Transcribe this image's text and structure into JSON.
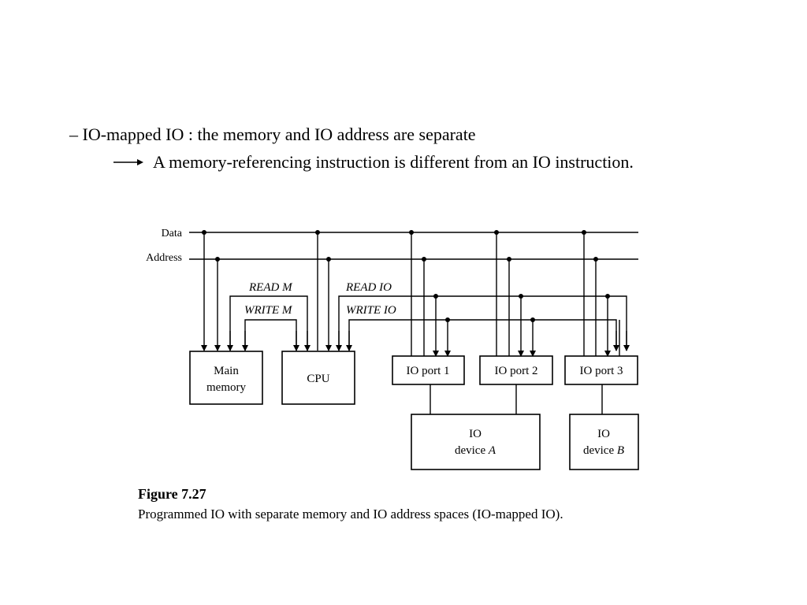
{
  "slide": {
    "bullet": "– IO-mapped IO : the memory and IO address are separate",
    "sub_text": "A memory-referencing instruction is different from an IO instruction."
  },
  "diagram": {
    "buses": {
      "data": "Data",
      "address": "Address"
    },
    "signals": {
      "read_m": "READ M",
      "write_m": "WRITE M",
      "read_io": "READ IO",
      "write_io": "WRITE IO"
    },
    "blocks": {
      "main_memory_line1": "Main",
      "main_memory_line2": "memory",
      "cpu": "CPU",
      "io_port_1": "IO port 1",
      "io_port_2": "IO port 2",
      "io_port_3": "IO port 3",
      "device_a_line1": "IO",
      "device_a_line2": "device",
      "device_a_letter": "A",
      "device_b_line1": "IO",
      "device_b_line2": "device",
      "device_b_letter": "B"
    }
  },
  "figure": {
    "title": "Figure 7.27",
    "caption": "Programmed IO with separate memory and IO address spaces (IO-mapped IO)."
  }
}
